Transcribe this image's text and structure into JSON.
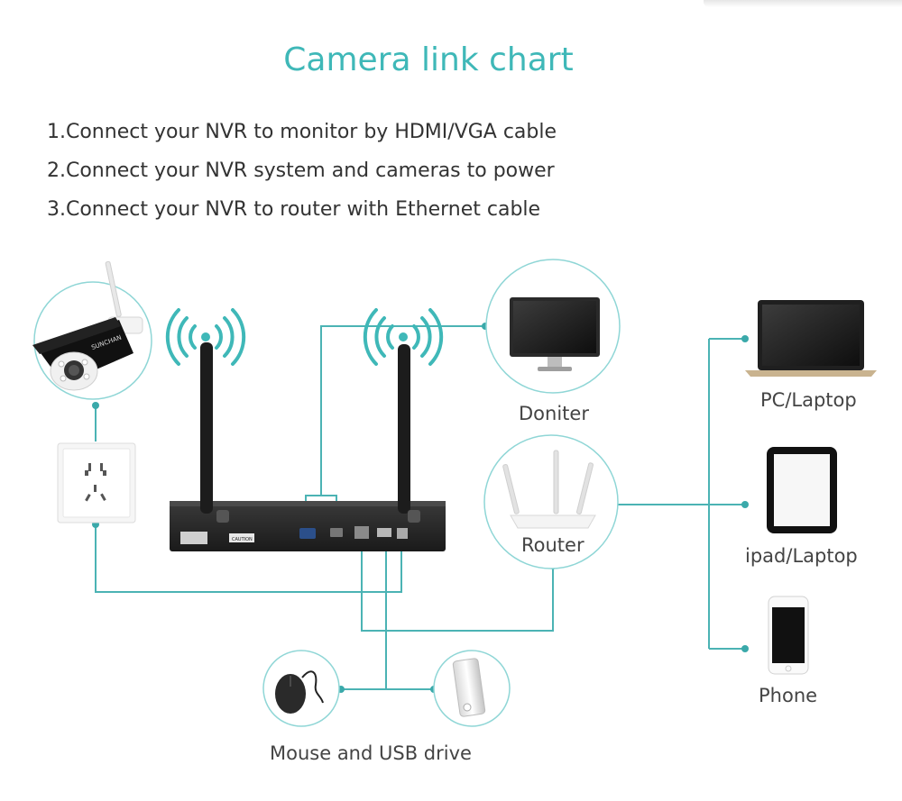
{
  "title": "Camera link chart",
  "steps": [
    "1.Connect your NVR to monitor by HDMI/VGA cable",
    "2.Connect your NVR system and cameras to power",
    "3.Connect your NVR to router with Ethernet cable"
  ],
  "labels": {
    "monitor": "Doniter",
    "router": "Router",
    "pc": "PC/Laptop",
    "tablet": "ipad/Laptop",
    "phone": "Phone",
    "peripherals": "Mouse and USB drive"
  },
  "device_text": {
    "camera_brand": "SUNCHAN",
    "nvr_caution": "CAUTION"
  },
  "colors": {
    "accent": "#3fb8b8",
    "line": "#4bb3b4",
    "circle": "#8fd6d6",
    "text": "#333333"
  },
  "icons": [
    "wifi-signal-icon",
    "camera-icon",
    "power-outlet-icon",
    "nvr-icon",
    "monitor-icon",
    "router-icon",
    "laptop-icon",
    "tablet-icon",
    "phone-icon",
    "mouse-icon",
    "usb-drive-icon"
  ]
}
